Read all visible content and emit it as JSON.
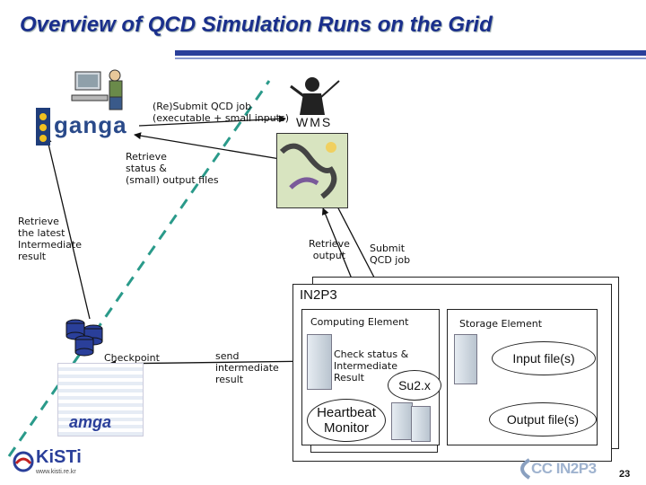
{
  "title": "Overview of QCD Simulation Runs on the Grid",
  "labels": {
    "resubmit": "(Re)Submit QCD job\n(executable + small inputs)",
    "wms": "WMS",
    "retrieve_status": "Retrieve\nstatus &\n(small) output files",
    "retrieve_latest": "Retrieve\nthe latest\nIntermediate\nresult",
    "retrieve_output": "Retrieve\noutput",
    "submit_qcd": "Submit\nQCD job",
    "in2p3": "IN2P3",
    "computing_element": "Computing Element",
    "storage_element": "Storage Element",
    "checkpoint_server": "Checkpoint\nServer",
    "send_intermediate": "send\nintermediate\nresult",
    "check_status": "Check status &\nIntermediate\nResult",
    "su2x": "Su2.x",
    "heartbeat": "Heartbeat\nMonitor",
    "input_files": "Input file(s)",
    "output_files": "Output file(s)",
    "page_number": "23"
  },
  "logos": {
    "ganga": "ganga",
    "amga": "amga",
    "kisti": "KiSTi",
    "kisti_url": "www.kisti.re.kr",
    "cc_in2p3": "CC IN2P3"
  },
  "colors": {
    "title": "#1a2f8c",
    "accent_bar": "#2a3f9a",
    "dashed_line": "#2a9a8a",
    "arrow": "#111111",
    "heartbeat_arrow": "#cc2222"
  }
}
